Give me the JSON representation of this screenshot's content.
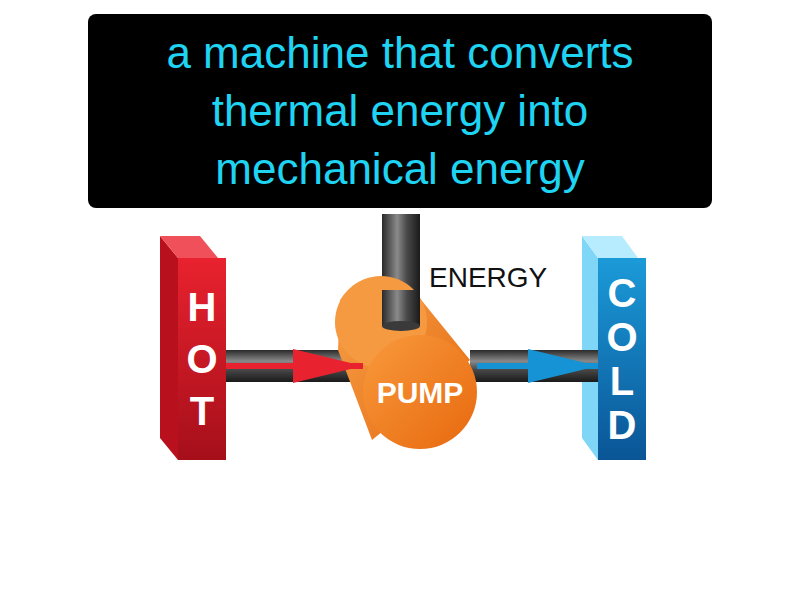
{
  "diagram": {
    "title": "a machine that converts thermal energy into mechanical energy",
    "nodes": [
      {
        "text": [
          "HOT"
        ]
      },
      {
        "text": [
          "PUMP"
        ]
      },
      {
        "text": [
          "COLD"
        ]
      }
    ],
    "edges": [
      {
        "from": 0,
        "to": 1,
        "arrow": "to"
      },
      {
        "from": 1,
        "to": 2,
        "arrow": "to"
      }
    ],
    "labels": [
      "ENERGY"
    ]
  }
}
